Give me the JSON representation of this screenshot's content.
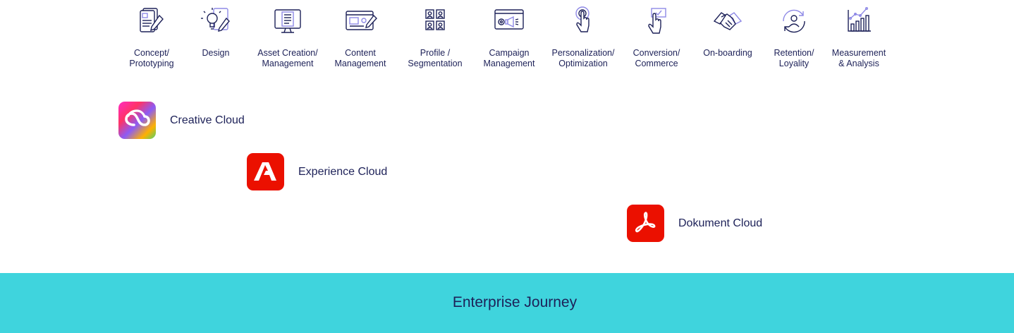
{
  "stages": [
    {
      "label": "Concept/\nPrototyping",
      "icon": "document-pen-icon"
    },
    {
      "label": "Design",
      "icon": "lightbulb-pencil-icon"
    },
    {
      "label": "Asset Creation/\nManagement",
      "icon": "monitor-checklist-icon"
    },
    {
      "label": "Content\nManagement",
      "icon": "browser-edit-icon"
    },
    {
      "label": "Profile /\nSegmentation",
      "icon": "user-grid-icon"
    },
    {
      "label": "Campaign\nManagement",
      "icon": "megaphone-gear-icon"
    },
    {
      "label": "Personalization/\nOptimization",
      "icon": "hand-touch-icon"
    },
    {
      "label": "Conversion/\nCommerce",
      "icon": "hand-click-checkbox-icon"
    },
    {
      "label": "On-boarding",
      "icon": "handshake-icon"
    },
    {
      "label": "Retention/\nLoyality",
      "icon": "user-cycle-icon"
    },
    {
      "label": "Measurement\n& Analysis",
      "icon": "bar-chart-icon"
    }
  ],
  "products": {
    "creative": {
      "name": "Creative Cloud",
      "icon": "creative-cloud-logo"
    },
    "experience": {
      "name": "Experience Cloud",
      "icon": "adobe-logo",
      "color": "#eb1000"
    },
    "document": {
      "name": "Dokument Cloud",
      "icon": "acrobat-logo",
      "color": "#eb1000"
    }
  },
  "footer": {
    "title": "Enterprise Journey",
    "color": "#3fd4dd"
  },
  "colors": {
    "text": "#1d2158",
    "icon_accent": "#8f8ae6"
  }
}
